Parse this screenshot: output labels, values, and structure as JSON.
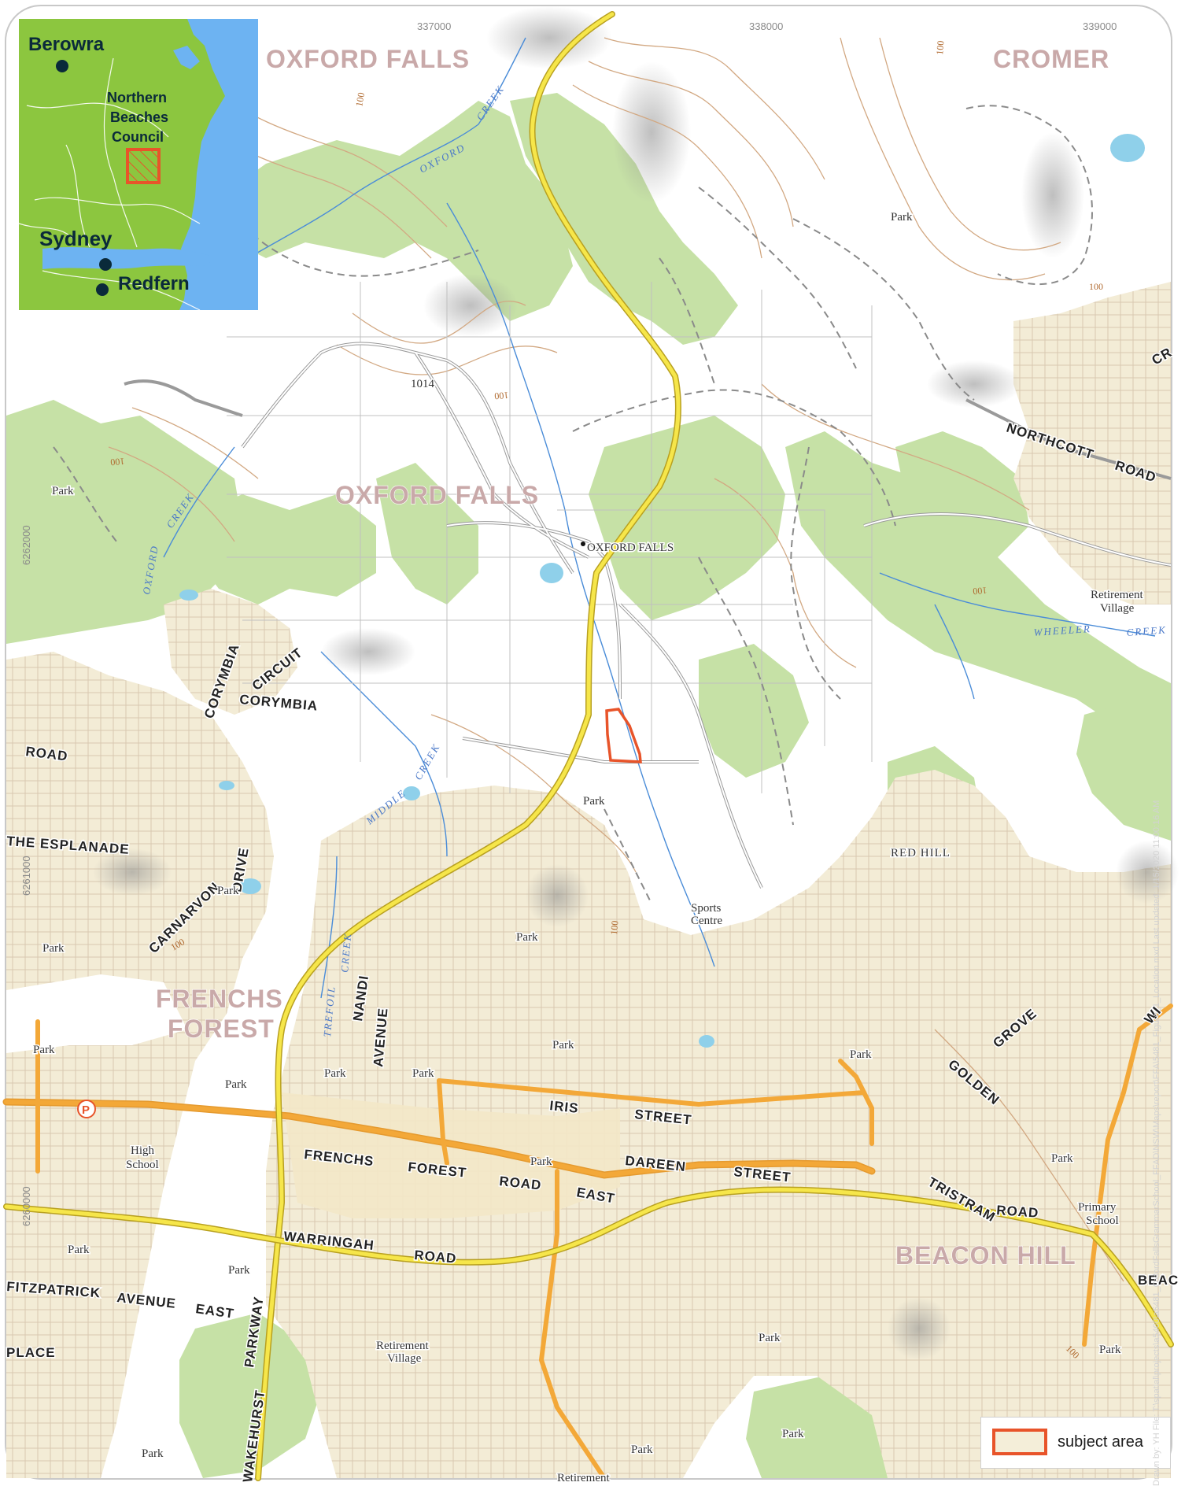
{
  "map": {
    "grid_labels": {
      "top": [
        "337000",
        "338000",
        "339000"
      ],
      "left": [
        "6262000",
        "6261000",
        "6260000"
      ]
    },
    "place_labels": {
      "oxford_falls_north": "OXFORD FALLS",
      "cromer": "CROMER",
      "oxford_falls_center": "OXFORD FALLS",
      "frenchs": "FRENCHS",
      "forest": "FOREST",
      "beacon_hill": "BEACON HILL",
      "red_hill": "RED HILL"
    },
    "road_labels": {
      "northcott": "NORTHCOTT",
      "northcott_road": "ROAD",
      "corymbia": "CORYMBIA",
      "circuit": "CIRCUIT",
      "road_left": "ROAD",
      "the_esplanade": "THE  ESPLANADE",
      "drive": "DRIVE",
      "carnarvon": "CARNARVON",
      "nandi": "NANDI",
      "avenue": "AVENUE",
      "iris": "IRIS",
      "street": "STREET",
      "dareen": "DAREEN",
      "dareen_street": "STREET",
      "frenchs": "FRENCHS",
      "forest": "FOREST",
      "road_fr": "ROAD",
      "east": "EAST",
      "warringah": "WARRINGAH",
      "road_w": "ROAD",
      "tristram": "TRISTRAM",
      "tristram_road": "ROAD",
      "golden": "GOLDEN",
      "grove": "GROVE",
      "fitzpatrick": "FITZPATRICK",
      "avenue_fp": "AVENUE",
      "east_fp": "EAST",
      "wakehurst": "WAKEHURST",
      "parkway": "PARKWAY",
      "place": "PLACE",
      "beac": "BEAC",
      "wi": "WI",
      "cr": "CR"
    },
    "feature_labels": {
      "park_1": "Park",
      "park_2": "Park",
      "park_3": "Park",
      "park_4": "Park",
      "park_5": "Park",
      "park_6": "Park",
      "park_7": "Park",
      "park_8": "Park",
      "park_9": "Park",
      "park_10": "Park",
      "park_11": "Park",
      "park_12": "Park",
      "park_13": "Park",
      "park_14": "Park",
      "park_15": "Park",
      "park_16": "Park",
      "park_17": "Park",
      "park_18": "Park",
      "park_19": "Park",
      "park_20": "Park",
      "park_21": "Park",
      "oxford_falls_locality": "OXFORD FALLS",
      "spot_height": "1014",
      "sports": "Sports",
      "centre": "Centre",
      "high": "High",
      "school": "School",
      "primary": "Primary",
      "school_2": "School",
      "retirement": "Retirement",
      "village": "Village",
      "retirement_2": "Retirement",
      "village_2": "Village",
      "retirement_3": "Retirement"
    },
    "creek_labels": {
      "oxford_creek_1": "OXFORD",
      "oxford_creek_2": "CREEK",
      "oxford_creek_3": "OXFORD",
      "oxford_creek_4": "CREEK",
      "middle_creek": "MIDDLE",
      "middle_creek_2": "CREEK",
      "wheeler": "WHEELER",
      "wheeler_creek": "CREEK",
      "trefoil": "TREFOIL",
      "trefoil_creek": "CREEK"
    },
    "contour_labels": {
      "c1": "100",
      "c2": "100",
      "c3": "100",
      "c4": "100",
      "c5": "100",
      "c6": "100",
      "c7": "100",
      "c8": "100",
      "c9": "100"
    },
    "parking_symbol": "P",
    "colors": {
      "vegetation": "#c6e1a6",
      "urban": "#f3ecd6",
      "water": "#8fd0ea",
      "contour": "#d2a882",
      "creek": "#4a8cd8",
      "main_road": "#f3a838",
      "highway": "#f6e64a",
      "subject_area": "#e8542a"
    }
  },
  "inset": {
    "labels": {
      "berowra": "Berowra",
      "northern": "Northern",
      "beaches": "Beaches",
      "council": "Council",
      "sydney": "Sydney",
      "redfern": "Redfern"
    },
    "colors": {
      "land": "#8cc63f",
      "sea": "#6db3f2"
    }
  },
  "legend": {
    "label": "subject area"
  },
  "credit": "Drawn by: YH  File: T:\\spatial\\projects\\a5400\\a5481_OxfordFallsGrammarSchool_FFAD\\NSW\\Maps\\report\\FFA\\5481_Figure_1_Location.mxd  Last updated: 1/15/2020 11:00:16 AM"
}
